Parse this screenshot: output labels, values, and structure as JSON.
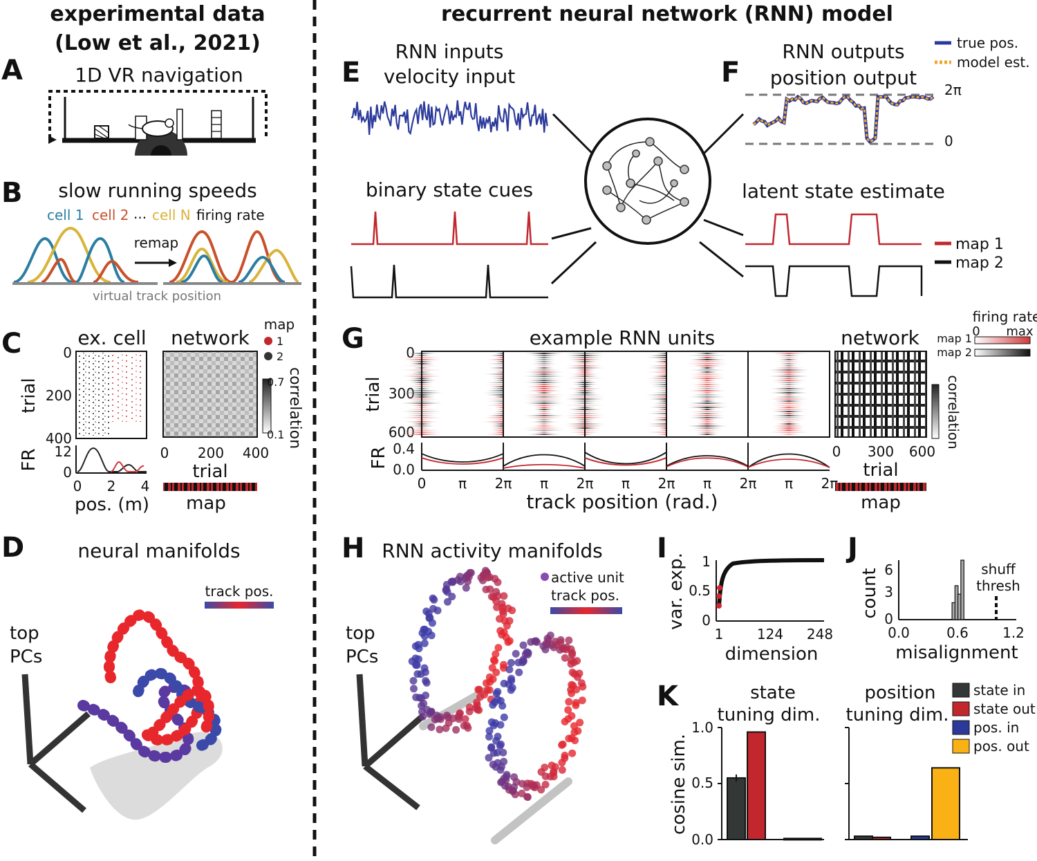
{
  "headers": {
    "left_title": "experimental data",
    "left_subtitle": "(Low et al., 2021)",
    "right_title": "recurrent neural network (RNN) model"
  },
  "panel_letters": {
    "A": "A",
    "B": "B",
    "C": "C",
    "D": "D",
    "E": "E",
    "F": "F",
    "G": "G",
    "H": "H",
    "I": "I",
    "J": "J",
    "K": "K"
  },
  "panel_a": {
    "title": "1D VR navigation"
  },
  "panel_b": {
    "title": "slow running speeds",
    "cell1": "cell 1",
    "cell2": "cell 2",
    "dots": "...",
    "cellN": "cell N",
    "firing_rate": "firing rate",
    "remap": "remap",
    "track": "virtual track position",
    "colors": {
      "cell1": "#2a7ea1",
      "cell2": "#c9502a",
      "cellN": "#d9b43a"
    }
  },
  "panel_c": {
    "excell": "ex. cell",
    "network": "network",
    "map_label": "map",
    "map1": "1",
    "map2": "2",
    "trial_axis": "trial",
    "y_ticks": [
      "0",
      "200",
      "400"
    ],
    "fr_label": "FR",
    "fr_ticks": [
      "12",
      "0"
    ],
    "x_ticks": [
      "0",
      "2",
      "4"
    ],
    "xlabel": "pos. (m)",
    "net_ticks": [
      "0",
      "200",
      "400"
    ],
    "net_xlabel": "trial",
    "cbar_top": "0.7",
    "cbar_bot": "0.1",
    "cbar_label": "correlation",
    "map_xlabel": "map"
  },
  "panel_d": {
    "title": "neural manifolds",
    "cbar_label": "track pos.",
    "axes_label_1": "top",
    "axes_label_2": "PCs"
  },
  "panel_e": {
    "title1": "RNN inputs",
    "title2": "velocity input",
    "cues": "binary state cues"
  },
  "panel_f": {
    "title1": "RNN outputs",
    "title2": "position output",
    "legend_true": "true pos.",
    "legend_model": "model est.",
    "y_top": "2π",
    "y_bot": "0",
    "latent": "latent state estimate",
    "map1": "map 1",
    "map2": "map 2",
    "colors": {
      "true": "#2b3a9a",
      "model": "#f1a628",
      "map1": "#c1272d",
      "map2": "#111111"
    }
  },
  "panel_g": {
    "title": "example RNN units",
    "network": "network",
    "cbar_title": "firing rate",
    "cbar_min": "0",
    "cbar_max": "max",
    "cbar_map1": "map 1",
    "cbar_map2": "map 2",
    "trial_axis": "trial",
    "y_ticks": [
      "0",
      "300",
      "600"
    ],
    "fr_label": "FR",
    "fr_ticks": [
      "0.4",
      "0.0"
    ],
    "x_ticks": [
      "0",
      "π",
      "2π"
    ],
    "xlabel": "track position (rad.)",
    "net_ticks": [
      "0",
      "300",
      "600"
    ],
    "net_xlabel": "trial",
    "corr_label": "correlation",
    "map_xlabel": "map"
  },
  "panel_h": {
    "title": "RNN activity manifolds",
    "legend1": "active unit",
    "legend2": "track pos.",
    "axes_label_1": "top",
    "axes_label_2": "PCs"
  },
  "panel_i": {
    "ylabel": "var. exp.",
    "xlabel": "dimension",
    "y_ticks": [
      "1",
      "0.5",
      "0"
    ],
    "x_ticks": [
      "1",
      "124",
      "248"
    ]
  },
  "panel_j": {
    "ylabel": "count",
    "xlabel": "misalignment",
    "y_ticks": [
      "6",
      "3",
      "0"
    ],
    "x_ticks": [
      "0.0",
      "0.6",
      "1.2"
    ],
    "annot1": "shuff",
    "annot2": "thresh"
  },
  "panel_k": {
    "title_left_1": "state",
    "title_left_2": "tuning dim.",
    "title_right_1": "position",
    "title_right_2": "tuning dim.",
    "ylabel": "cosine sim.",
    "y_ticks": [
      "1.0",
      "0.5",
      "0.0"
    ],
    "legend": [
      {
        "label": "state in",
        "color": "#333836"
      },
      {
        "label": "state out",
        "color": "#c1272d"
      },
      {
        "label": "pos. in",
        "color": "#2b3a9a"
      },
      {
        "label": "pos. out",
        "color": "#f9b115"
      }
    ]
  },
  "chart_data": [
    {
      "type": "bar",
      "title": "state tuning dim.",
      "ylabel": "cosine sim.",
      "ylim": [
        0,
        1
      ],
      "categories": [
        "state in",
        "state out",
        "pos. in",
        "pos. out"
      ],
      "values": [
        0.55,
        0.96,
        0.01,
        0.01
      ]
    },
    {
      "type": "bar",
      "title": "position tuning dim.",
      "ylabel": "cosine sim.",
      "ylim": [
        0,
        1
      ],
      "categories": [
        "state in",
        "state out",
        "pos. in",
        "pos. out"
      ],
      "values": [
        0.03,
        0.02,
        0.03,
        0.64
      ]
    },
    {
      "type": "bar",
      "xlabel": "misalignment",
      "ylabel": "count",
      "xlim": [
        0,
        1.2
      ],
      "ylim": [
        0,
        7
      ],
      "x": [
        0.56,
        0.59,
        0.62,
        0.65
      ],
      "values": [
        2,
        4,
        3,
        7
      ],
      "annotation": {
        "label": "shuff thresh",
        "x": 1.0
      }
    },
    {
      "type": "line",
      "xlabel": "dimension",
      "ylabel": "var. exp.",
      "xlim": [
        1,
        248
      ],
      "ylim": [
        0,
        1
      ],
      "highlight_points": [
        {
          "x": 1,
          "y": 0.25
        },
        {
          "x": 1,
          "y": 0.41
        },
        {
          "x": 1,
          "y": 0.55
        }
      ]
    }
  ]
}
